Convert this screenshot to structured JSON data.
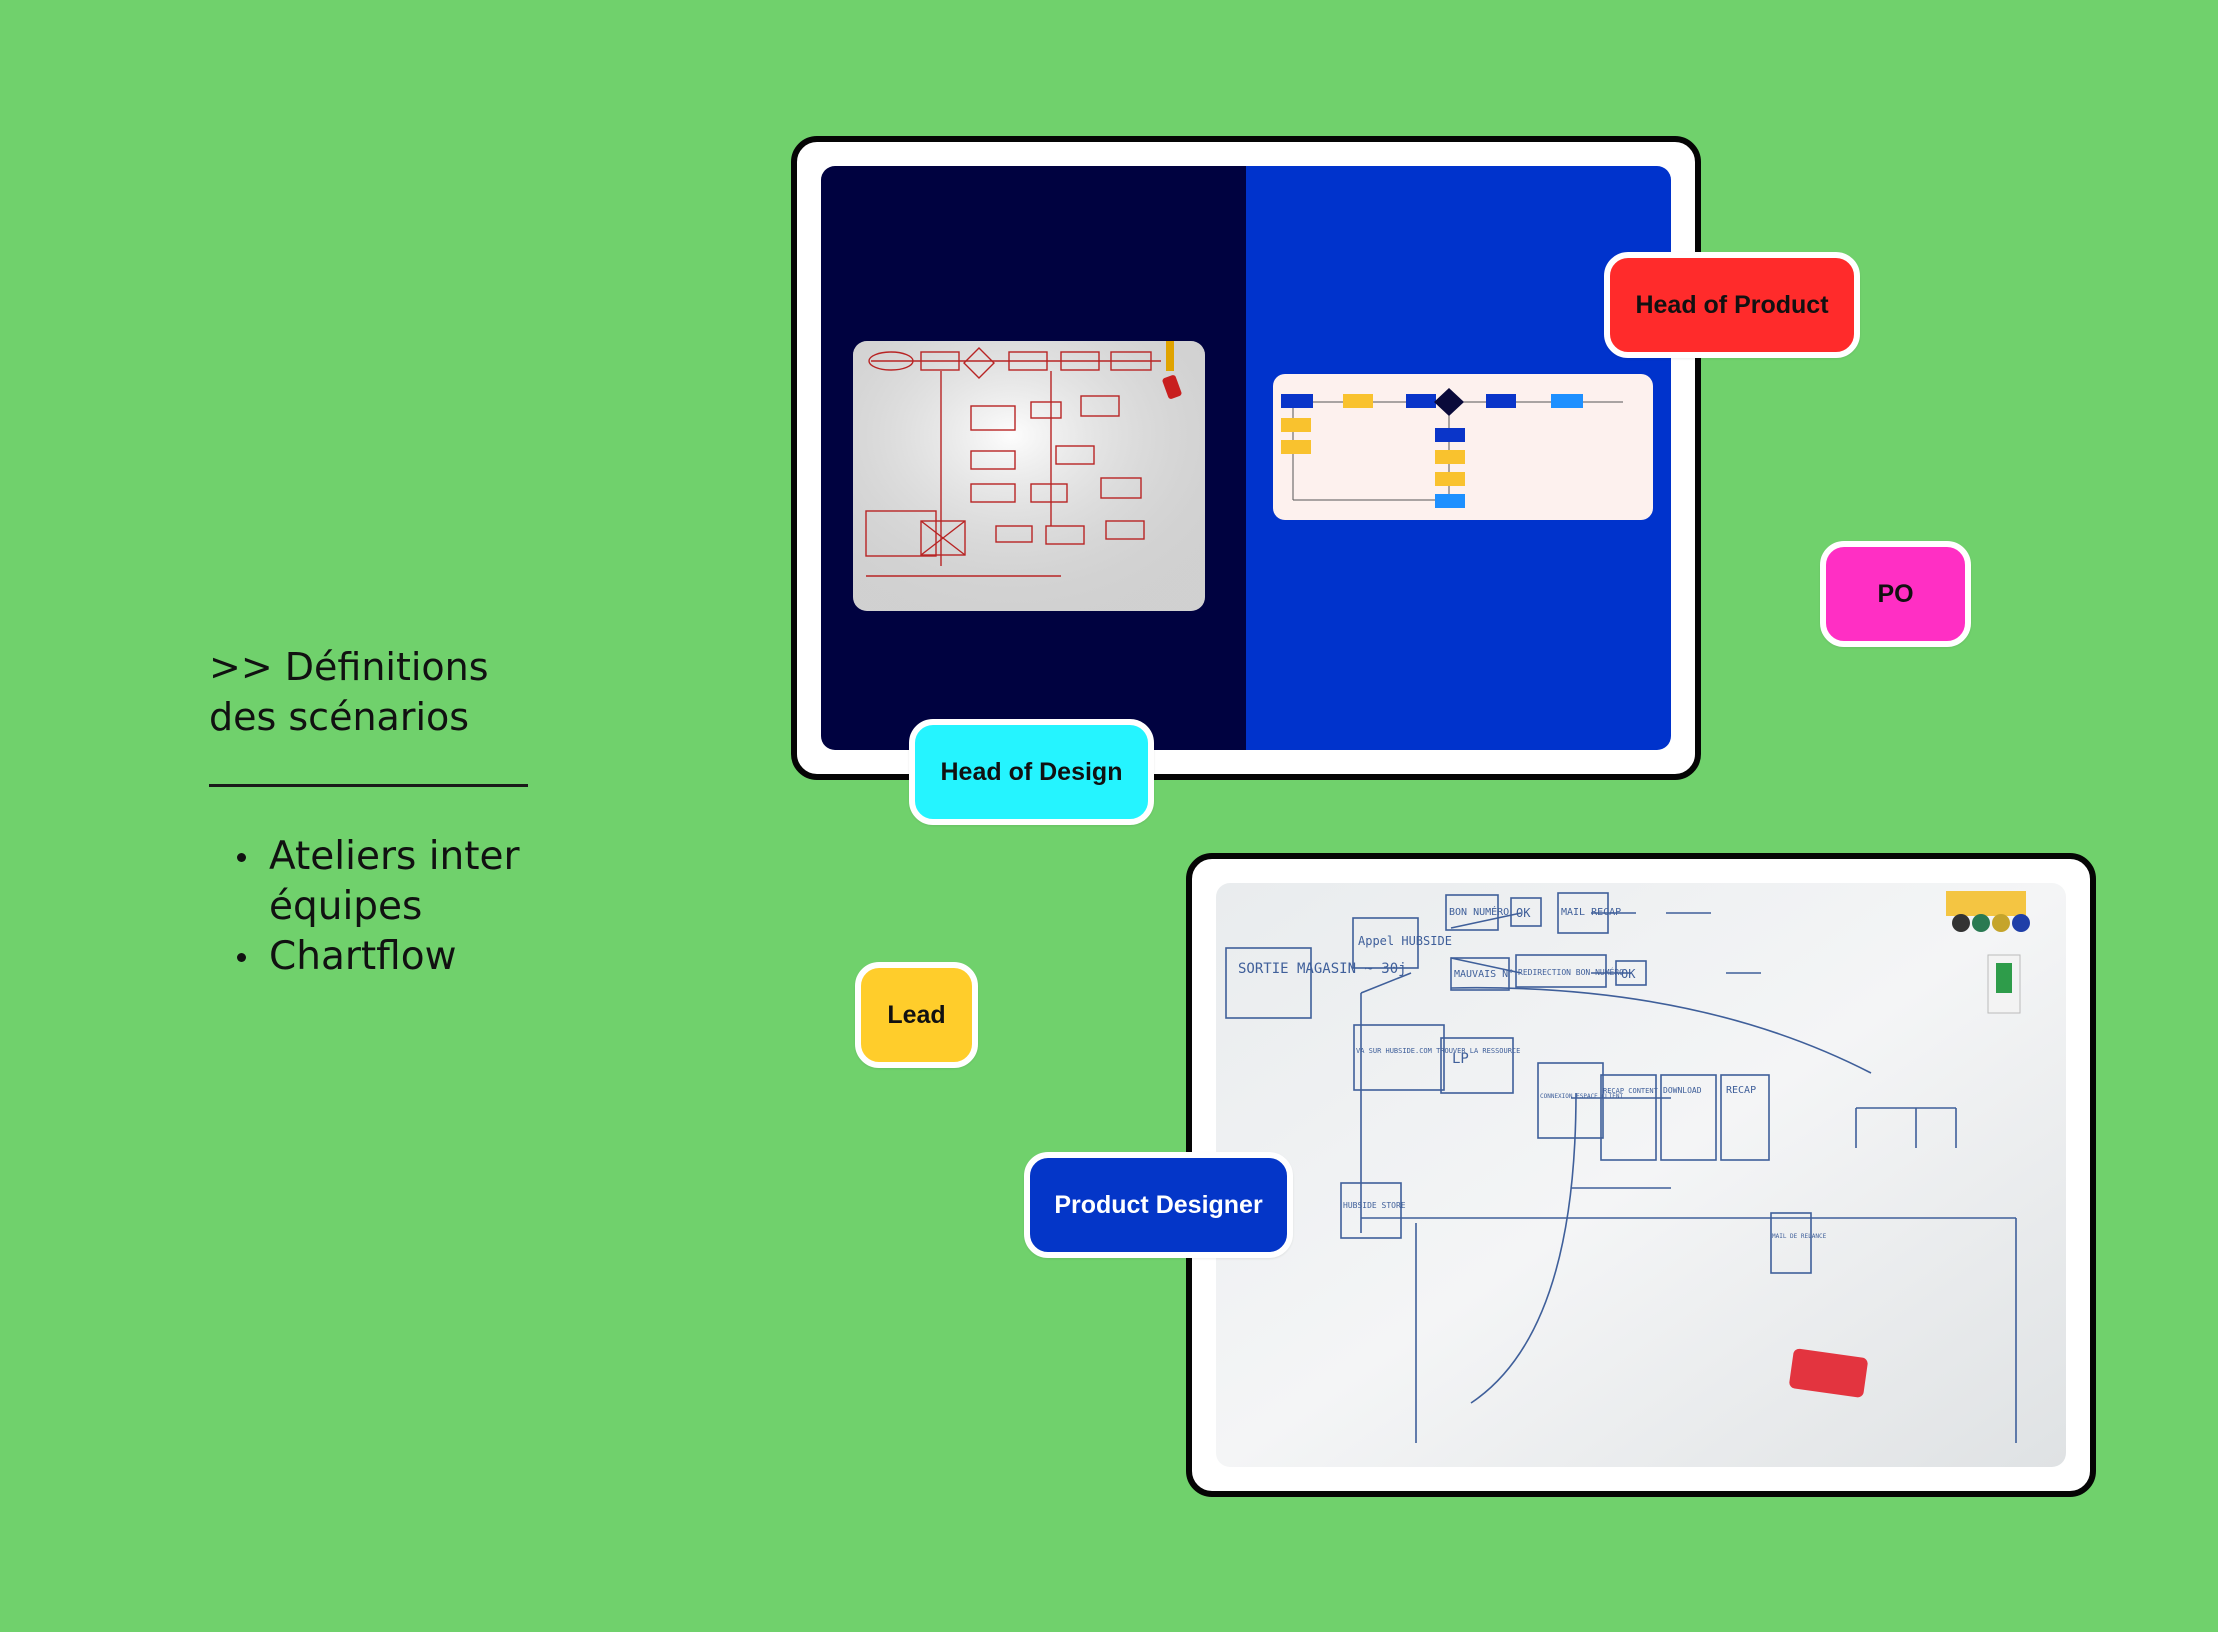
{
  "sidebar": {
    "heading_line1": ">> Définitions",
    "heading_line2": "des scénarios",
    "bullets": [
      "Ateliers inter équipes",
      "Chartflow"
    ]
  },
  "tags": {
    "head_of_product": {
      "label": "Head of Product",
      "color": "#ff2b2b",
      "text_color": "#111111"
    },
    "po": {
      "label": "PO",
      "color": "#ff2fc4",
      "text_color": "#111111"
    },
    "head_of_design": {
      "label": "Head of Design",
      "color": "#25f4ff",
      "text_color": "#111111"
    },
    "lead": {
      "label": "Lead",
      "color": "#ffcd2b",
      "text_color": "#111111"
    },
    "product_designer": {
      "label": "Product Designer",
      "color": "#0436c8",
      "text_color": "#ffffff"
    }
  },
  "whiteboard": {
    "notes": [
      "SORTIE MAGASIN ~ 30j",
      "Appel HUBSIDE",
      "BON NUMÉRO",
      "OK",
      "MAIL RECAP",
      "MAUVAIS N°",
      "REDIRECTION BON NUMÉRO",
      "OK",
      "VA SUR HUBSIDE.COM TROUVER LA RESSOURCE",
      "LP",
      "CONNEXION ESPACE CLIENT",
      "RECAP CONTENT",
      "DOWNLOAD",
      "RECAP",
      "MAIL DE RELANCE",
      "HUBSIDE STORE"
    ]
  },
  "colors": {
    "background": "#70d16c",
    "frame_border": "#050505",
    "dark_panel": "#000240",
    "blue_panel": "#0033cc"
  }
}
